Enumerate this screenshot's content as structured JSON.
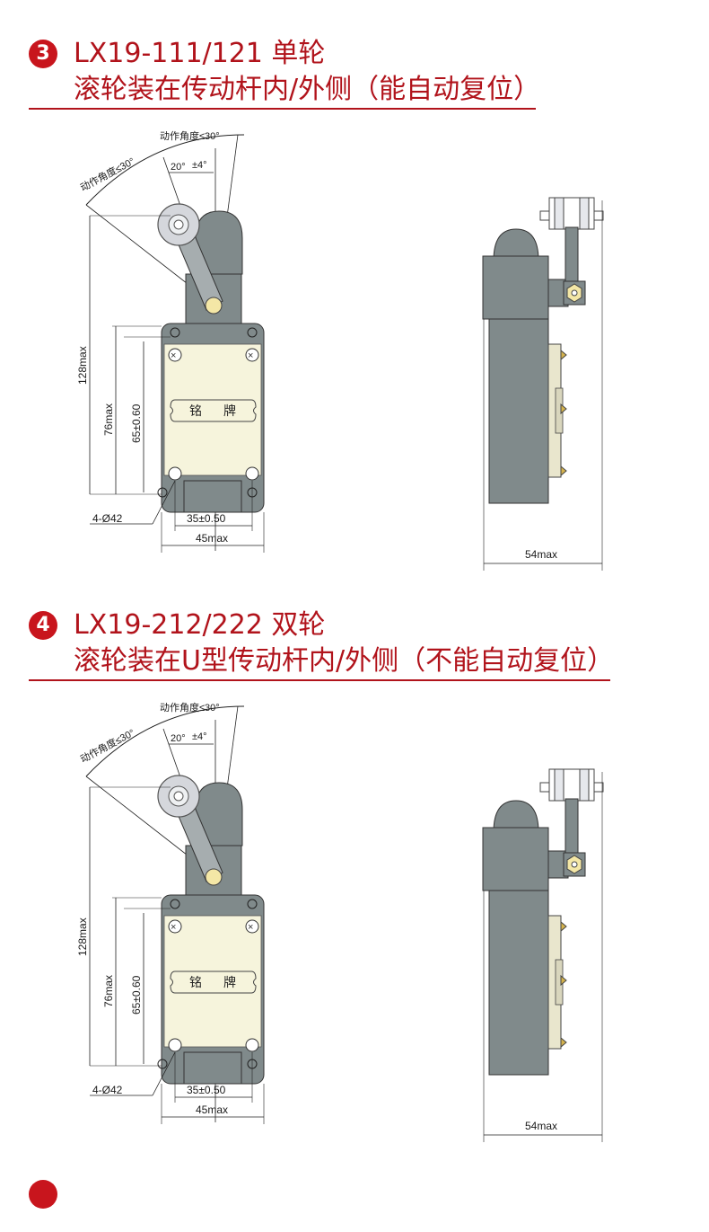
{
  "sections": [
    {
      "number": "3",
      "title_line1": "LX19-111/121 单轮",
      "title_line2": "滚轮装在传动杆内/外侧（能自动复位）",
      "labels": {
        "angle_left": "动作角度≤30°",
        "angle_right": "动作角度≤30°",
        "angle_20": "20°",
        "angle_tol": "±4°",
        "height_total": "128max",
        "height_body": "76max",
        "hole_spacing_v": "65±0.60",
        "holes": "4-Ø42",
        "hole_spacing_h": "35±0.50",
        "width": "45max",
        "depth": "54max",
        "plate_char1": "铭",
        "plate_char2": "牌"
      }
    },
    {
      "number": "4",
      "title_line1": "LX19-212/222 双轮",
      "title_line2": "滚轮装在U型传动杆内/外侧（不能自动复位）",
      "labels": {
        "angle_left": "动作角度≤30°",
        "angle_right": "动作角度≤30°",
        "angle_20": "20°",
        "angle_tol": "±4°",
        "height_total": "128max",
        "height_body": "76max",
        "hole_spacing_v": "65±0.60",
        "holes": "4-Ø42",
        "hole_spacing_h": "35±0.50",
        "width": "45max",
        "depth": "54max",
        "plate_char1": "铭",
        "plate_char2": "牌"
      }
    }
  ],
  "colors": {
    "accent_red": "#c8151d",
    "title_red": "#b1131b",
    "body_gray": "#808a8b",
    "plate_cream": "#f6f4dc",
    "roller": "#d5d7dc",
    "brass": "#d4b24c"
  }
}
